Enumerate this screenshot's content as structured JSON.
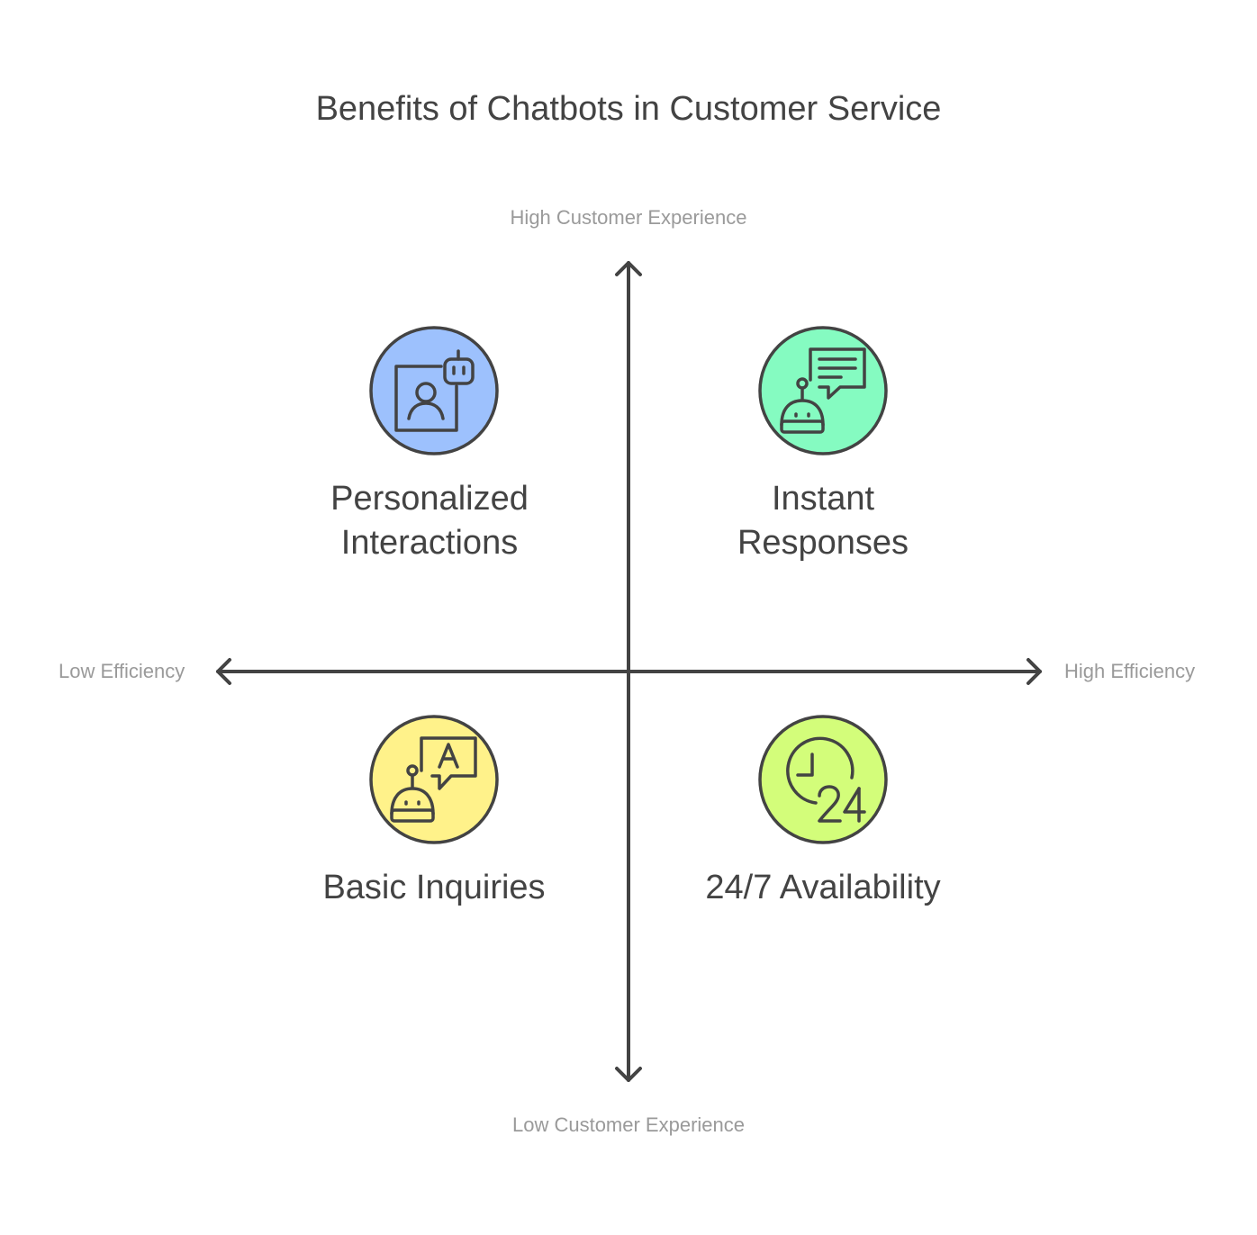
{
  "title": "Benefits of Chatbots in Customer Service",
  "axes": {
    "top": "High Customer Experience",
    "bottom": "Low Customer Experience",
    "left": "Low Efficiency",
    "right": "High Efficiency"
  },
  "quadrants": {
    "top_left": {
      "line1": "Personalized",
      "line2": "Interactions",
      "icon": "user-bot-icon",
      "color": "#9dc1fd"
    },
    "top_right": {
      "line1": "Instant",
      "line2": "Responses",
      "icon": "bot-chat-icon",
      "color": "#85fbc1"
    },
    "bottom_left": {
      "line1": "Basic Inquiries",
      "icon": "bot-translate-icon",
      "color": "#fff28a"
    },
    "bottom_right": {
      "line1": "24/7 Availability",
      "icon": "clock-24-icon",
      "color": "#d3fd7a"
    }
  },
  "colors": {
    "stroke": "#434343",
    "axis_label": "#9a9a9a"
  }
}
